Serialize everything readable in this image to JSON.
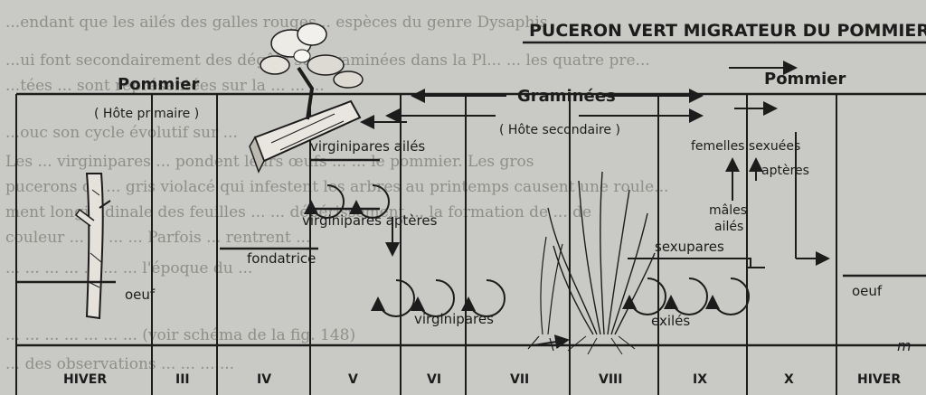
{
  "diagram": {
    "title": "PUCERON VERT MIGRATEUR DU POMMIER",
    "host_left": "Pommier",
    "host_left_role": "( Hôte primaire )",
    "host_middle": "Graminées",
    "host_middle_role": "( Hôte secondaire )",
    "host_right": "Pommier",
    "stages": {
      "virginipares_ailes": "virginipares ailés",
      "virginipares_apteres": "virginipares aptères",
      "fondatrice": "fondatrice",
      "oeuf_left": "oeuf",
      "virginipares": "virginipares",
      "exiles": "exilés",
      "sexupares": "sexupares",
      "males": "mâles",
      "ailes": "ailés",
      "femelles_sexuees": "femelles sexuées",
      "apteres": "aptères",
      "oeuf_right": "oeuf"
    },
    "months": [
      "HIVER",
      "III",
      "IV",
      "V",
      "VI",
      "VII",
      "VIII",
      "IX",
      "X",
      "HIVER"
    ],
    "signature": "m"
  },
  "background_text": [
    "...endant que les ailés des galles rouges... espèces du genre Dysaphis",
    "...ui font secondairement des dégâts sur graminées dans la Pl... ... les quatre pre...",
    "...tées ... sont représentées sur la ... ... ...",
    "...ouc son cycle évolutif sur ...",
    "Les ... virginipares ... pondent leurs œufs ... ... le pommier. Les gros",
    "pucerons de ... gris violacé qui infestent les arbres au printemps causent une roule...",
    "ment longitudinale des feuilles ... ... dépérissement ... la formation de ... de",
    "couleur ... ... ... ... Parfois ... rentrent ...",
    "... ... ... ... ... ... ... l'époque du ...",
    "... ... ... ... ... ... ... (voir schéma de la fig. 148)",
    "... des observations ... ... ... ..."
  ]
}
